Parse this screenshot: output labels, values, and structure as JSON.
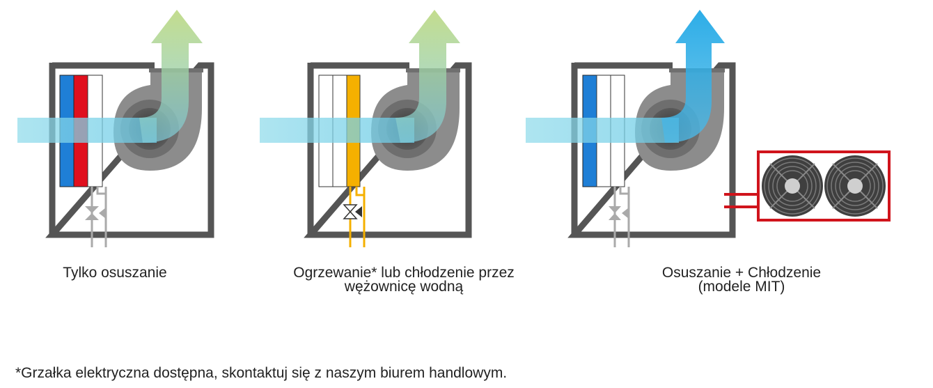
{
  "colors": {
    "frame": "#555555",
    "fan": "#8c8c8c",
    "fan_dark": "#4a4a4a",
    "coil_blue": "#1f7fd6",
    "coil_red": "#e0101e",
    "coil_yellow": "#f5b000",
    "air_in": "#8fdbeb",
    "air_out_warm": "#a9d27a",
    "air_out_cold": "#1aa6e6",
    "condenser_frame": "#d0141c",
    "pipe_grey": "#aaaaaa"
  },
  "icons": [
    "fan-housing-icon",
    "coil-icon",
    "valve-icon",
    "airflow-arrow-icon",
    "condenser-fan-icon"
  ],
  "panels": [
    {
      "caption_lines": [
        "Tylko osuszanie"
      ]
    },
    {
      "caption_lines": [
        "Ogrzewanie* lub chłodzenie przez",
        "wężownicę wodną"
      ]
    },
    {
      "caption_lines": [
        "Osuszanie + Chłodzenie",
        "(modele MIT)"
      ]
    }
  ],
  "footnote": "*Grzałka elektryczna dostępna, skontaktuj się z naszym biurem handlowym."
}
